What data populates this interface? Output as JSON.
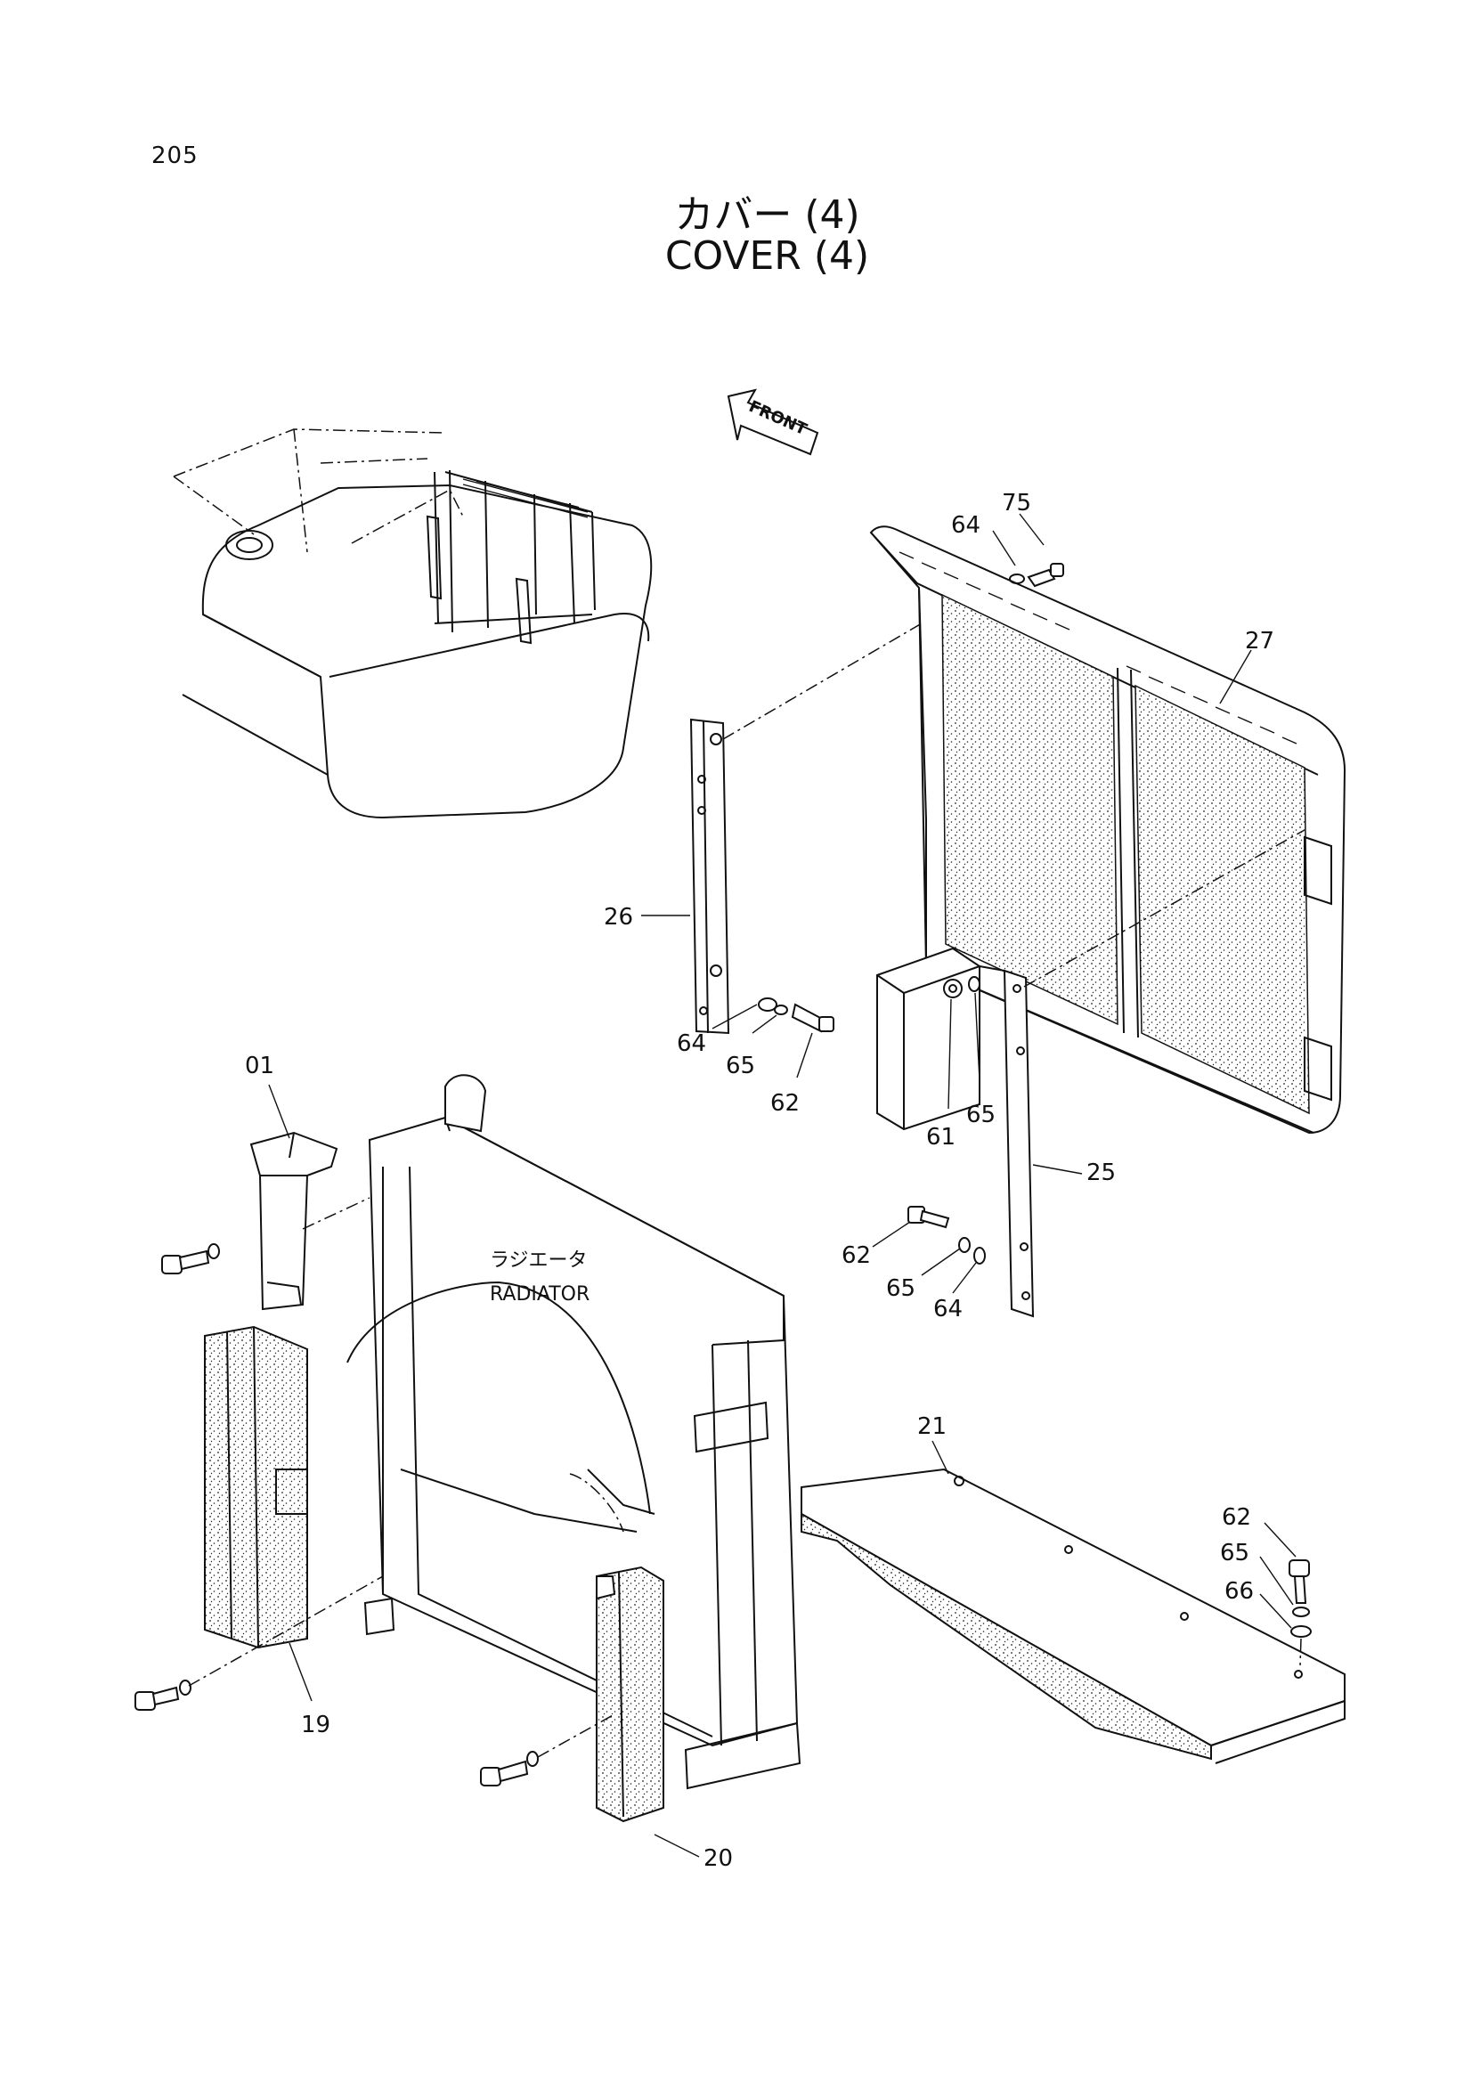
{
  "page_number": "205",
  "title_jp": "カバー (4)",
  "title_en": "COVER (4)",
  "front_label": "FRONT",
  "radiator_label_jp": "ラジエータ",
  "radiator_label_en": "RADIATOR",
  "callouts": {
    "p75": "75",
    "p64a": "64",
    "p27": "27",
    "p26": "26",
    "p64b": "64",
    "p65b": "65",
    "p62b": "62",
    "p61": "61",
    "p65c": "65",
    "p25": "25",
    "p62c": "62",
    "p65d": "65",
    "p64d": "64",
    "p01": "01",
    "p21": "21",
    "p62e": "62",
    "p65e": "65",
    "p66e": "66",
    "p19": "19",
    "p20": "20"
  }
}
